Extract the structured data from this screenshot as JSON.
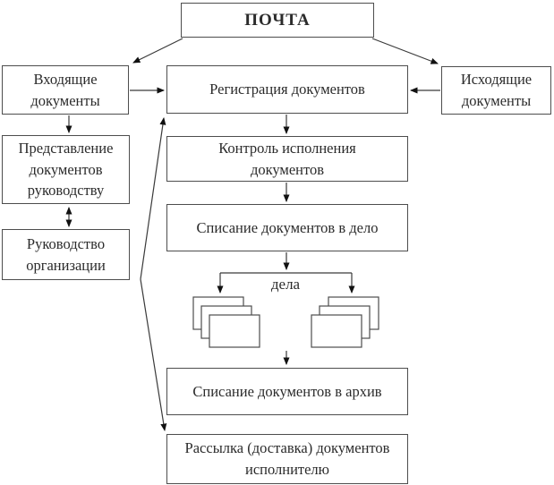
{
  "diagram": {
    "description": "Document flow scheme of an organization's mail processing",
    "nodes": {
      "pochta": "ПОЧТА",
      "incoming": "Входящие документы",
      "registration": "Регистрация документов",
      "outgoing": "Исходящие документы",
      "presentation": "Представление документов руководству",
      "management": "Руководство организации",
      "control": "Контроль исполнения документов",
      "file_writeoff": "Списание документов в дело",
      "files_label": "дела",
      "archive_writeoff": "Списание документов в архив",
      "distribution": "Рассылка (доставка) документов исполнителю"
    },
    "edges": [
      {
        "from": "pochta",
        "to": "incoming",
        "type": "arrow"
      },
      {
        "from": "pochta",
        "to": "outgoing",
        "type": "arrow"
      },
      {
        "from": "incoming",
        "to": "registration",
        "type": "arrow"
      },
      {
        "from": "outgoing",
        "to": "registration",
        "type": "arrow"
      },
      {
        "from": "incoming",
        "to": "presentation",
        "type": "arrow"
      },
      {
        "from": "presentation",
        "to": "management",
        "type": "double-arrow"
      },
      {
        "from": "registration",
        "to": "control",
        "type": "arrow"
      },
      {
        "from": "control",
        "to": "file_writeoff",
        "type": "arrow"
      },
      {
        "from": "file_writeoff",
        "to": "files",
        "type": "branch-arrows"
      },
      {
        "from": "files",
        "to": "archive_writeoff",
        "type": "arrow"
      },
      {
        "from": "registration",
        "to": "distribution",
        "type": "double-arrow-bent"
      }
    ],
    "colors": {
      "background": "#ffffff",
      "box_border": "#4d4d4d",
      "box_fill": "#ffffff",
      "text": "#2b2b2b",
      "line": "#3a3a3a",
      "arrowhead": "#111111"
    }
  }
}
